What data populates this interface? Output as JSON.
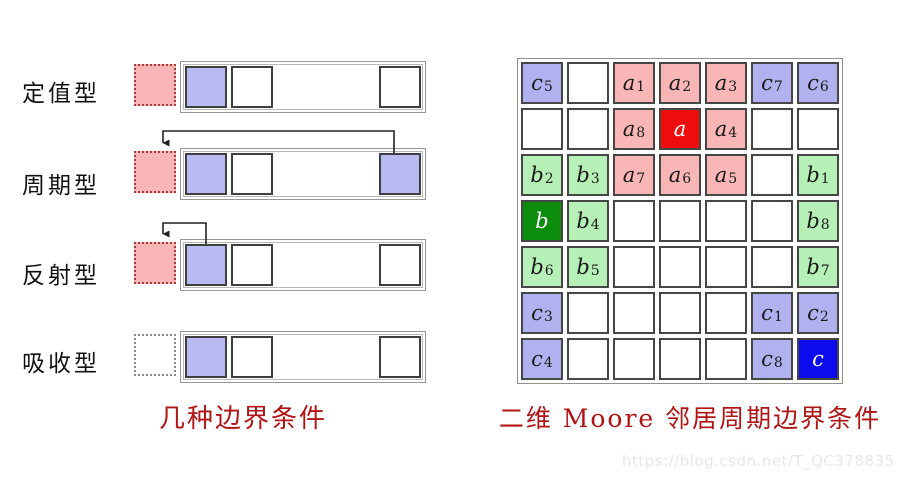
{
  "left_panel": {
    "caption": "几种边界条件",
    "rows": [
      {
        "label": "定值型",
        "ghost": "pink",
        "first_cell": "blue",
        "second_cell": "white",
        "last_cell": "white",
        "arrow": null
      },
      {
        "label": "周期型",
        "ghost": "pink",
        "first_cell": "blue",
        "second_cell": "white",
        "last_cell": "blue",
        "arrow": "wrap-from-right"
      },
      {
        "label": "反射型",
        "ghost": "pink",
        "first_cell": "blue",
        "second_cell": "white",
        "last_cell": "white",
        "arrow": "reflect-from-first"
      },
      {
        "label": "吸收型",
        "ghost": "empty",
        "first_cell": "blue",
        "second_cell": "white",
        "last_cell": "white",
        "arrow": null
      }
    ]
  },
  "right_panel": {
    "caption": "二维 Moore 邻居周期边界条件",
    "grid_rows": [
      [
        {
          "t": "c",
          "s": "5",
          "bg": "lavender"
        },
        {
          "t": "",
          "s": "",
          "bg": "white"
        },
        {
          "t": "a",
          "s": "1",
          "bg": "pink"
        },
        {
          "t": "a",
          "s": "2",
          "bg": "pink"
        },
        {
          "t": "a",
          "s": "3",
          "bg": "pink"
        },
        {
          "t": "c",
          "s": "7",
          "bg": "lavender"
        },
        {
          "t": "c",
          "s": "6",
          "bg": "lavender"
        }
      ],
      [
        {
          "t": "",
          "s": "",
          "bg": "white"
        },
        {
          "t": "",
          "s": "",
          "bg": "white"
        },
        {
          "t": "a",
          "s": "8",
          "bg": "pink"
        },
        {
          "t": "a",
          "s": "",
          "bg": "red"
        },
        {
          "t": "a",
          "s": "4",
          "bg": "pink"
        },
        {
          "t": "",
          "s": "",
          "bg": "white"
        },
        {
          "t": "",
          "s": "",
          "bg": "white"
        }
      ],
      [
        {
          "t": "b",
          "s": "2",
          "bg": "green"
        },
        {
          "t": "b",
          "s": "3",
          "bg": "green"
        },
        {
          "t": "a",
          "s": "7",
          "bg": "pink"
        },
        {
          "t": "a",
          "s": "6",
          "bg": "pink"
        },
        {
          "t": "a",
          "s": "5",
          "bg": "pink"
        },
        {
          "t": "",
          "s": "",
          "bg": "white"
        },
        {
          "t": "b",
          "s": "1",
          "bg": "green"
        }
      ],
      [
        {
          "t": "b",
          "s": "",
          "bg": "darkgreen"
        },
        {
          "t": "b",
          "s": "4",
          "bg": "green"
        },
        {
          "t": "",
          "s": "",
          "bg": "white"
        },
        {
          "t": "",
          "s": "",
          "bg": "white"
        },
        {
          "t": "",
          "s": "",
          "bg": "white"
        },
        {
          "t": "",
          "s": "",
          "bg": "white"
        },
        {
          "t": "b",
          "s": "8",
          "bg": "green"
        }
      ],
      [
        {
          "t": "b",
          "s": "6",
          "bg": "green"
        },
        {
          "t": "b",
          "s": "5",
          "bg": "green"
        },
        {
          "t": "",
          "s": "",
          "bg": "white"
        },
        {
          "t": "",
          "s": "",
          "bg": "white"
        },
        {
          "t": "",
          "s": "",
          "bg": "white"
        },
        {
          "t": "",
          "s": "",
          "bg": "white"
        },
        {
          "t": "b",
          "s": "7",
          "bg": "green"
        }
      ],
      [
        {
          "t": "c",
          "s": "3",
          "bg": "lavender"
        },
        {
          "t": "",
          "s": "",
          "bg": "white"
        },
        {
          "t": "",
          "s": "",
          "bg": "white"
        },
        {
          "t": "",
          "s": "",
          "bg": "white"
        },
        {
          "t": "",
          "s": "",
          "bg": "white"
        },
        {
          "t": "c",
          "s": "1",
          "bg": "lavender"
        },
        {
          "t": "c",
          "s": "2",
          "bg": "lavender"
        }
      ],
      [
        {
          "t": "c",
          "s": "4",
          "bg": "lavender"
        },
        {
          "t": "",
          "s": "",
          "bg": "white"
        },
        {
          "t": "",
          "s": "",
          "bg": "white"
        },
        {
          "t": "",
          "s": "",
          "bg": "white"
        },
        {
          "t": "",
          "s": "",
          "bg": "white"
        },
        {
          "t": "c",
          "s": "8",
          "bg": "lavender"
        },
        {
          "t": "c",
          "s": "",
          "bg": "blue"
        }
      ]
    ]
  },
  "watermark": "https://blog.csdn.net/T_QC378835",
  "colors": {
    "pink": "#f8b6b6",
    "pink_border": "#a83a3a",
    "lavender": "#b1b1ef",
    "green": "#b6f0b6",
    "darkgreen": "#0b8c0b",
    "red": "#ee0d0d",
    "blue": "#0b0bee",
    "cell_blue": "#b9b9f3",
    "white": "#ffffff",
    "caption_red": "#b01414"
  }
}
